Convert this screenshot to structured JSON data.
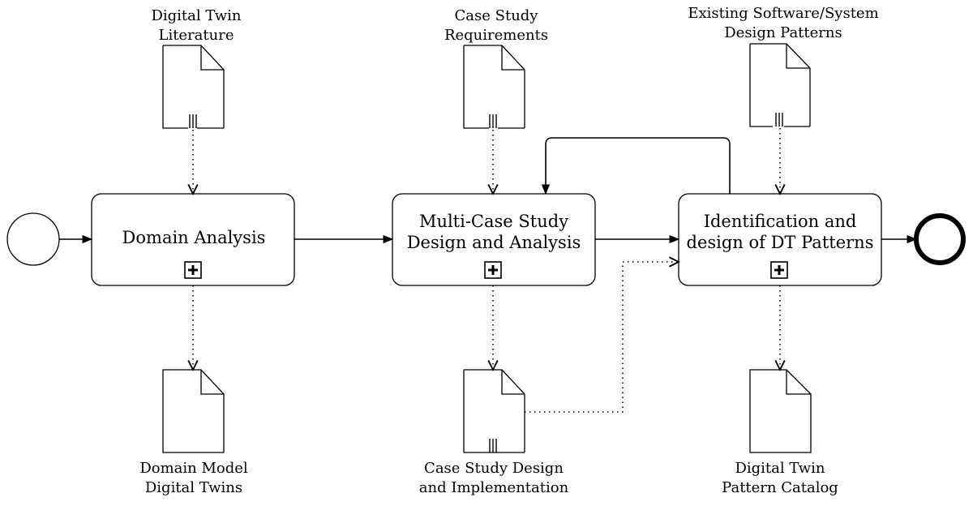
{
  "documents": {
    "digital_twin_literature": {
      "line1": "Digital Twin",
      "line2": "Literature"
    },
    "case_study_requirements": {
      "line1": "Case Study",
      "line2": "Requirements"
    },
    "existing_patterns": {
      "line1": "Existing Software/System",
      "line2": "Design Patterns"
    },
    "domain_model": {
      "line1": "Domain Model",
      "line2": "Digital Twins"
    },
    "case_study_design": {
      "line1": "Case Study Design",
      "line2": "and Implementation"
    },
    "pattern_catalog": {
      "line1": "Digital Twin",
      "line2": "Pattern Catalog"
    }
  },
  "tasks": {
    "domain_analysis": {
      "line1": "Domain Analysis"
    },
    "multi_case_study": {
      "line1": "Multi-Case Study",
      "line2": "Design and Analysis"
    },
    "identification": {
      "line1": "Identification and",
      "line2": "design of DT Patterns"
    }
  },
  "events": {
    "start": "start-event",
    "end": "end-event"
  }
}
